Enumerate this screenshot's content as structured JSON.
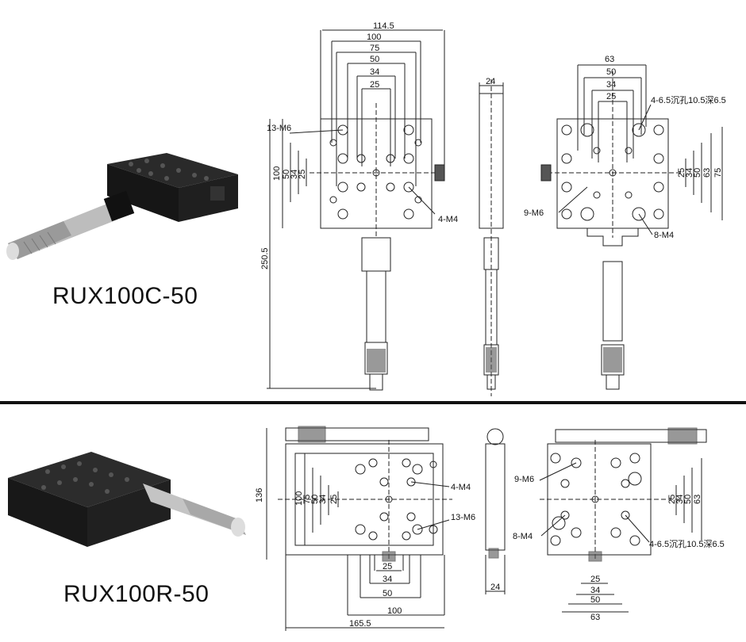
{
  "products": [
    {
      "model": "RUX100C-50"
    },
    {
      "model": "RUX100R-50"
    }
  ],
  "top": {
    "front": {
      "width_dims": [
        "114.5",
        "100",
        "75",
        "50",
        "34",
        "25"
      ],
      "height_dims": [
        "100",
        "50",
        "34",
        "25"
      ],
      "total_height": "250.5",
      "callouts": [
        "13-M6",
        "4-M4"
      ]
    },
    "side": {
      "width": "24"
    },
    "back": {
      "width_dims": [
        "63",
        "50",
        "34",
        "25"
      ],
      "height_dims": [
        "25",
        "34",
        "50",
        "63",
        "75"
      ],
      "callouts": [
        "4-6.5沉孔10.5深6.5",
        "9-M6",
        "8-M4"
      ]
    }
  },
  "bottom": {
    "front": {
      "height_total": "136",
      "height_dims": [
        "100",
        "75",
        "50",
        "34",
        "25"
      ],
      "bottom_dims": [
        "25",
        "34",
        "50",
        "100",
        "165.5"
      ],
      "callouts": [
        "4-M4",
        "13-M6"
      ]
    },
    "side": {
      "width": "24"
    },
    "back": {
      "height_dims": [
        "25",
        "34",
        "50",
        "63"
      ],
      "bottom_dims": [
        "25",
        "34",
        "50",
        "63"
      ],
      "callouts": [
        "9-M6",
        "8-M4",
        "4-6.5沉孔10.5深6.5"
      ]
    }
  }
}
